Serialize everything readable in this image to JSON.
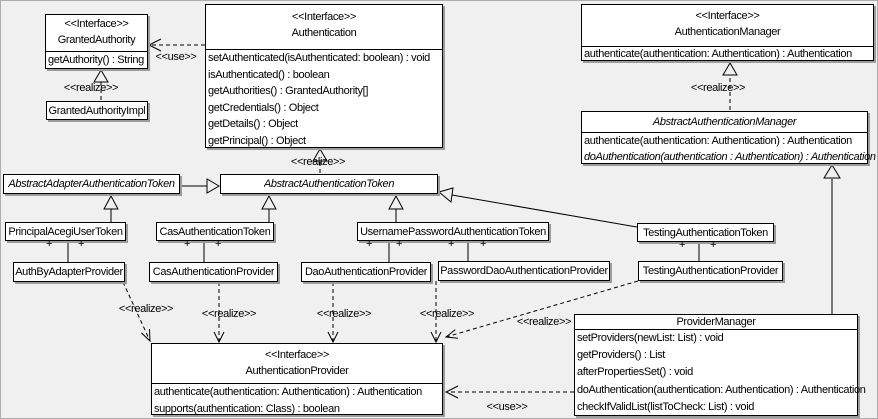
{
  "colors": {
    "background": "#f0f0f0",
    "box_fill": "#ffffff",
    "line": "#000000",
    "shadow": "#9c9c9c"
  },
  "labels": {
    "realize": "<<realize>>",
    "use": "<<use>>",
    "plus": "+"
  },
  "classes": {
    "granted_authority": {
      "stereotype": "<<Interface>>",
      "name": "GrantedAuthority",
      "methods": [
        "getAuthority() : String"
      ]
    },
    "granted_authority_impl": {
      "name": "GrantedAuthorityImpl"
    },
    "authentication": {
      "stereotype": "<<Interface>>",
      "name": "Authentication",
      "methods": [
        "setAuthenticated(isAuthenticated: boolean) : void",
        "isAuthenticated() : boolean",
        "getAuthorities() : GrantedAuthority[]",
        "getCredentials() : Object",
        "getDetails() : Object",
        "getPrincipal() : Object"
      ]
    },
    "authentication_manager": {
      "stereotype": "<<Interface>>",
      "name": "AuthenticationManager",
      "methods": [
        "authenticate(authentication: Authentication) : Authentication"
      ]
    },
    "abstract_authentication_manager": {
      "name": "AbstractAuthenticationManager",
      "methods": [
        "authenticate(authentication: Authentication) : Authentication",
        "doAuthentication(authentication : Authentication) : Authentication"
      ]
    },
    "abstract_adapter_authentication_token": {
      "name": "AbstractAdapterAuthenticationToken"
    },
    "abstract_authentication_token": {
      "name": "AbstractAuthenticationToken"
    },
    "principal_acegi_user_token": {
      "name": "PrincipalAcegiUserToken"
    },
    "cas_authentication_token": {
      "name": "CasAuthenticationToken"
    },
    "username_password_authentication_token": {
      "name": "UsernamePasswordAuthenticationToken"
    },
    "testing_authentication_token": {
      "name": "TestingAuthenticationToken"
    },
    "auth_by_adapter_provider": {
      "name": "AuthByAdapterProvider"
    },
    "cas_authentication_provider": {
      "name": "CasAuthenticationProvider"
    },
    "dao_authentication_provider": {
      "name": "DaoAuthenticationProvider"
    },
    "password_dao_authentication_provider": {
      "name": "PasswordDaoAuthenticationProvider"
    },
    "testing_authentication_provider": {
      "name": "TestingAuthenticationProvider"
    },
    "authentication_provider": {
      "stereotype": "<<Interface>>",
      "name": "AuthenticationProvider",
      "methods": [
        "authenticate(authentication: Authentication) : Authentication",
        "supports(authentication: Class) : boolean"
      ]
    },
    "provider_manager": {
      "name": "ProviderManager",
      "methods": [
        "setProviders(newList: List) : void",
        "getProviders() : List",
        "afterPropertiesSet() : void",
        "doAuthentication(authentication: Authentication) : Authentication",
        "checkIfValidList(listToCheck: List) : void"
      ]
    }
  }
}
